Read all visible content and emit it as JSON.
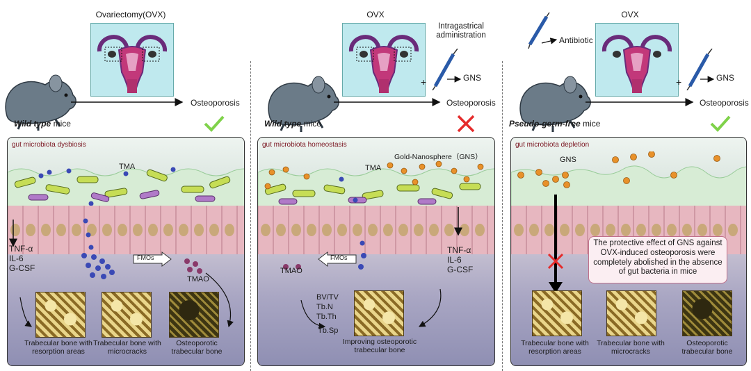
{
  "panels": [
    {
      "ovx_title": "Ovariectomy(OVX)",
      "arrow_label": "Osteoporosis",
      "mouse_label_bold": "Wild type",
      "mouse_label_rest": " mice",
      "status": "check",
      "box_label": "gut microbiota dysbiosis",
      "tma": "TMA",
      "cytokines": [
        "TNF-α",
        "IL-6",
        "G-CSF"
      ],
      "fmos": "FMOs",
      "tmao": "TMAO",
      "bones": [
        "Trabecular bone with resorption areas",
        "Trabecular bone with microcracks",
        "Osteoporotic trabecular bone"
      ]
    },
    {
      "ovx_title": "OVX",
      "admin": "Intragastrical administration",
      "gns": "GNS",
      "plus": "+",
      "arrow_label": "Osteoporosis",
      "mouse_label_bold": "Wild type",
      "mouse_label_rest": " mice",
      "status": "cross",
      "box_label": "gut microbiota homeostasis",
      "gold": "Gold-Nanosphere（GNS）",
      "tma": "TMA",
      "fmos": "FMOs",
      "tmao": "TMAO",
      "cytokines": [
        "TNF-α",
        "IL-6",
        "G-CSF"
      ],
      "indices": [
        "BV/TV",
        "Tb.N",
        "Tb.Th",
        "Tb.Sp"
      ],
      "bone": "Improving osteoporotic trabecular bone"
    },
    {
      "ovx_title": "OVX",
      "antibiotic": "Antibiotic",
      "gns": "GNS",
      "plus": "+",
      "arrow_label": "Osteoporosis",
      "mouse_label_bold": "Pseudo-germ-free",
      "mouse_label_rest": " mice",
      "status": "check",
      "box_label": "gut microbiota depletion",
      "gns_box": "GNS",
      "callout": "The protective effect of GNS against OVX-induced osteoporosis were completely abolished in the absence of gut bacteria in mice",
      "bones": [
        "Trabecular bone with resorption areas",
        "Trabecular bone with microcracks",
        "Osteoporotic trabecular bone"
      ]
    }
  ],
  "colors": {
    "check": "#7fd24a",
    "cross": "#e52b2b",
    "label": "#7a1520"
  }
}
